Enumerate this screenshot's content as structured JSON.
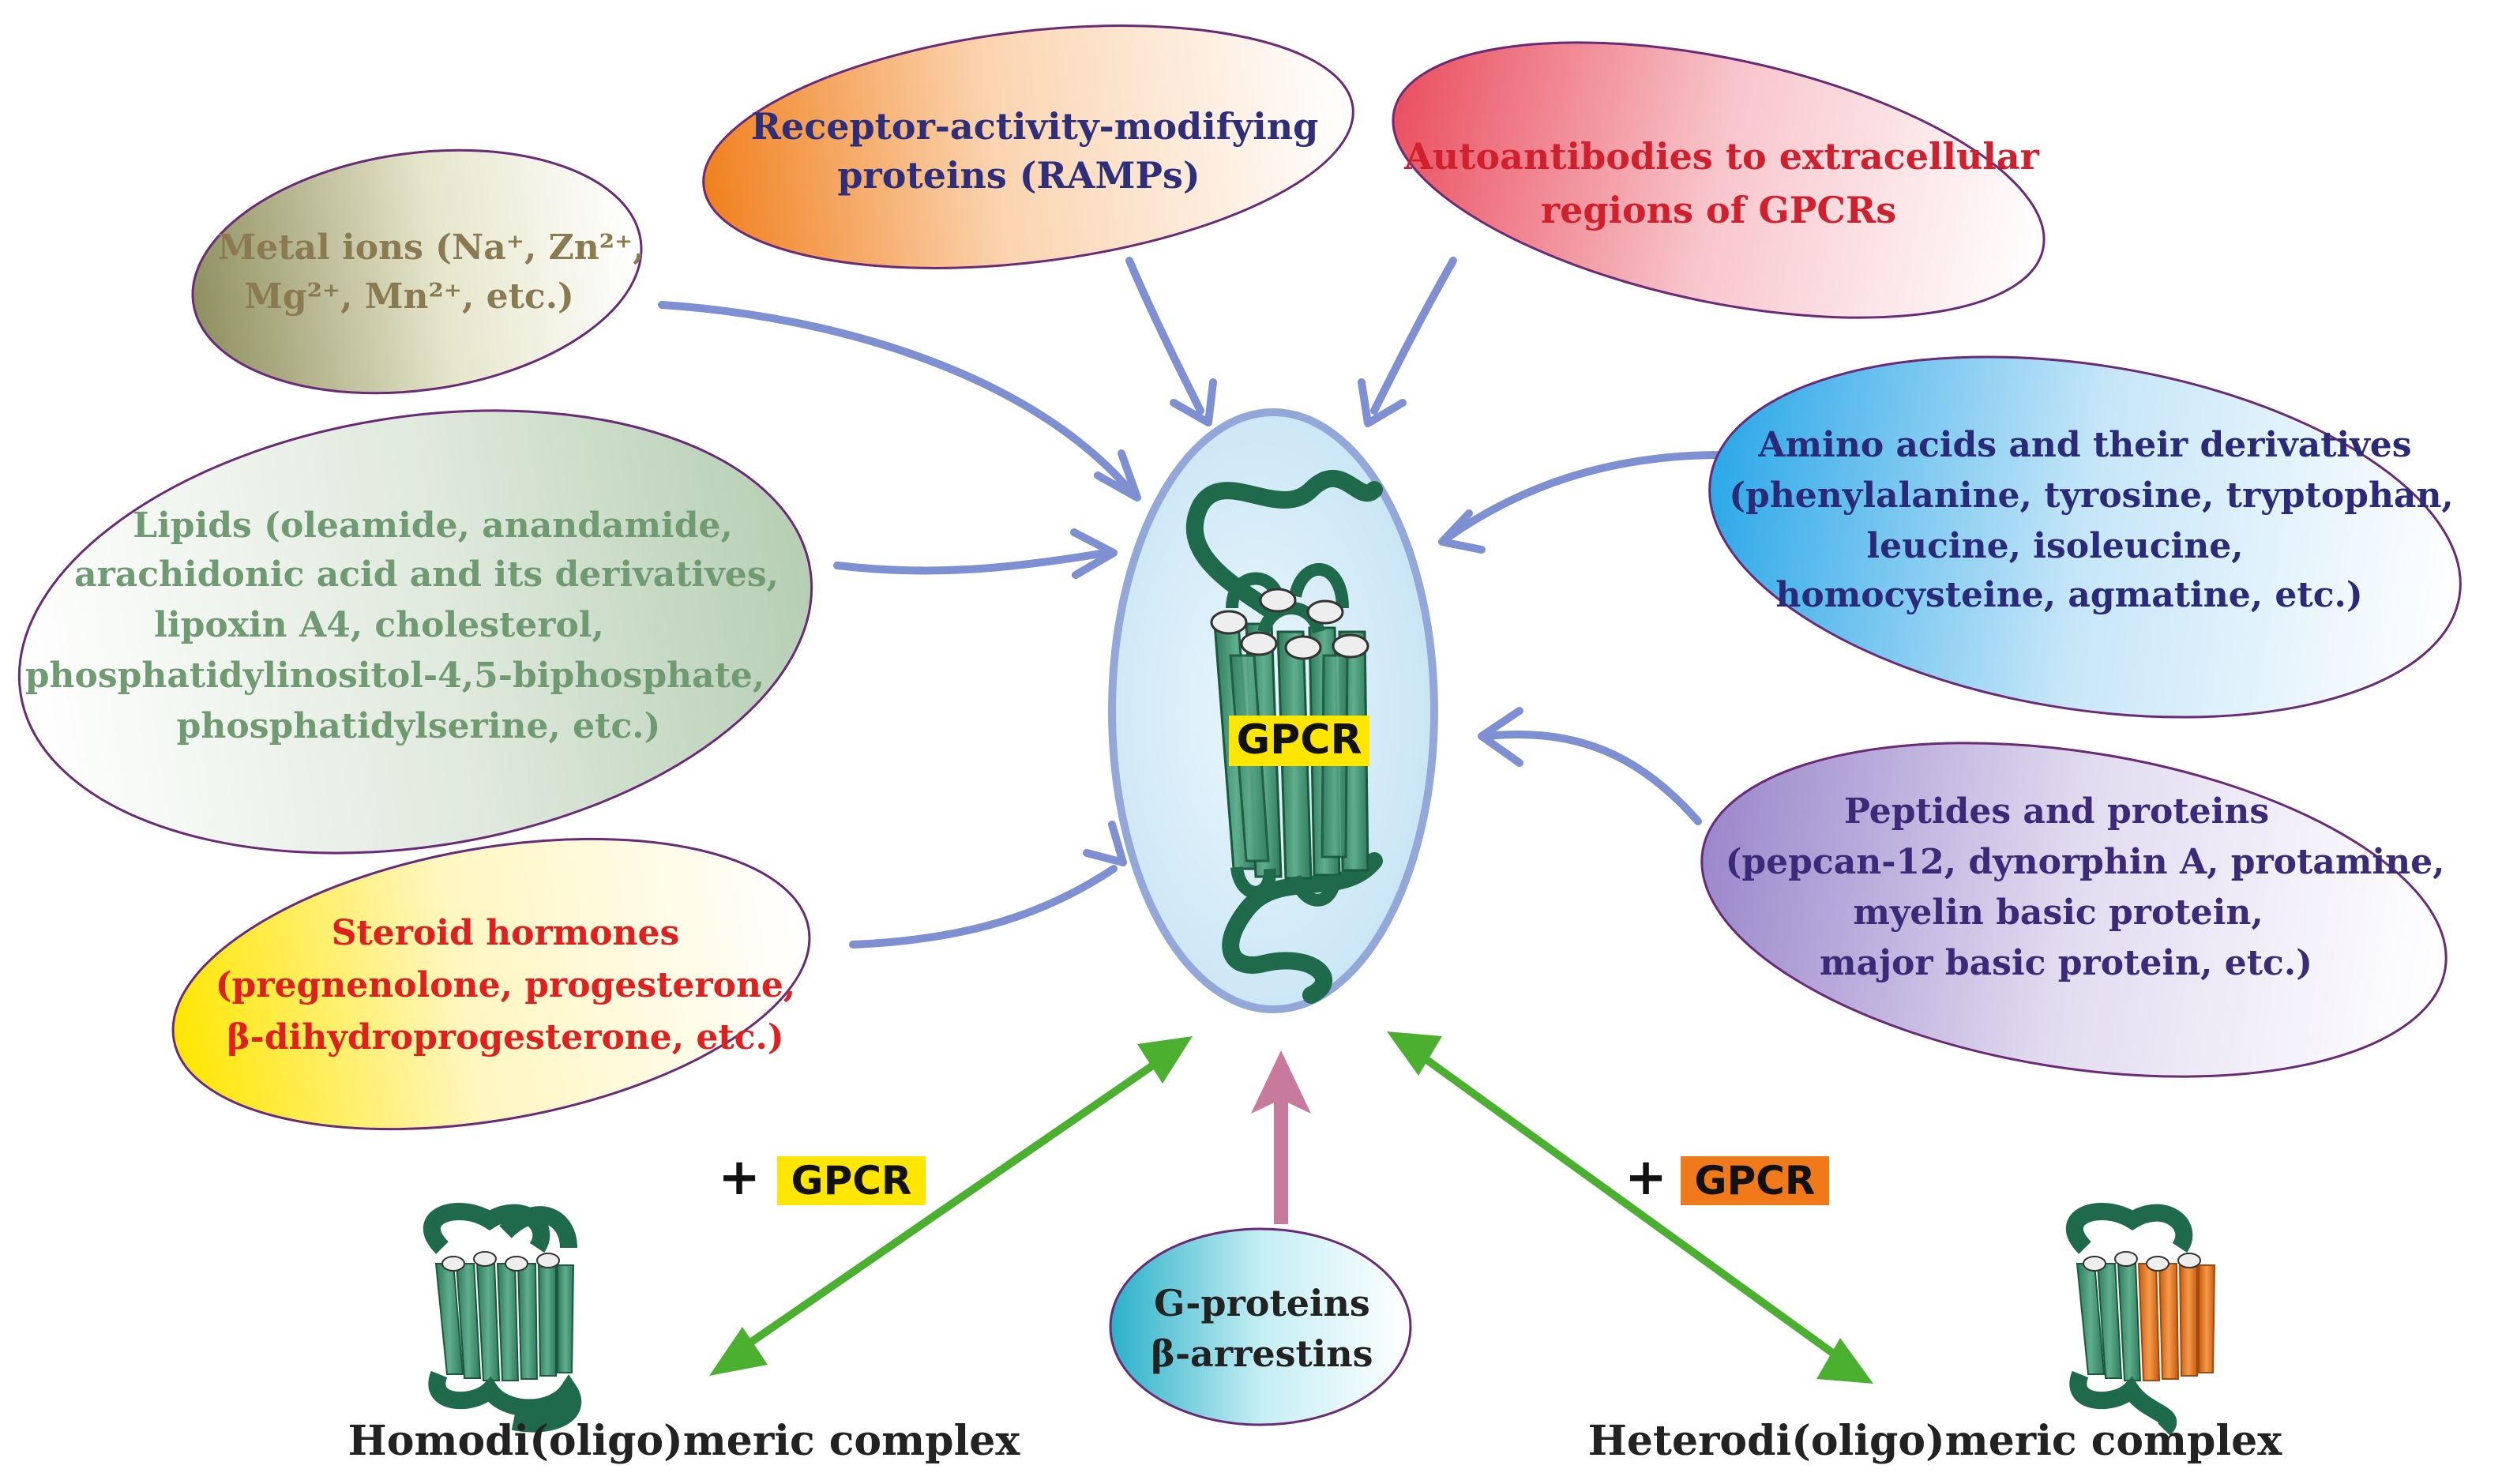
{
  "center": {
    "label": "GPCR"
  },
  "ligands": {
    "metal_ions": {
      "lines": [
        "Metal ions (Na⁺, Zn²⁺,",
        "Mg²⁺, Mn²⁺, etc.)"
      ],
      "color": "#8a7a52"
    },
    "ramps": {
      "lines": [
        "Receptor-activity-modifying",
        "proteins (RAMPs)"
      ],
      "color": "#2e2e7a"
    },
    "autoantibodies": {
      "lines": [
        "Autoantibodies to extracellular",
        "regions of GPCRs"
      ],
      "color": "#d0202e"
    },
    "amino_acids": {
      "lines": [
        "Amino acids and their derivatives",
        "(phenylalanine, tyrosine, tryptophan,",
        "leucine, isoleucine,",
        "homocysteine, agmatine, etc.)"
      ],
      "color": "#2a2a78"
    },
    "lipids": {
      "lines": [
        "Lipids (oleamide, anandamide,",
        "arachidonic acid and its derivatives,",
        "lipoxin A4, cholesterol,",
        "phosphatidylinositol-4,5-biphosphate,",
        "phosphatidylserine, etc.)"
      ],
      "color": "#6f9a72"
    },
    "peptides": {
      "lines": [
        "Peptides and proteins",
        "(pepcan-12, dynorphin A, protamine,",
        "myelin basic protein,",
        "major basic protein, etc.)"
      ],
      "color": "#3a2a78"
    },
    "steroids": {
      "lines": [
        "Steroid hormones",
        "(pregnenolone, progesterone,",
        "β-dihydroprogesterone, etc.)"
      ],
      "color": "#e0201e"
    }
  },
  "g_proteins": {
    "lines": [
      "G-proteins",
      "β-arrestins"
    ],
    "color": "#222222"
  },
  "homo": {
    "plus": "+",
    "tag": "GPCR",
    "tag_color": "#ffe600",
    "caption": "Homodi(oligo)meric complex"
  },
  "hetero": {
    "plus": "+",
    "tag": "GPCR",
    "tag_color": "#f07a1a",
    "caption": "Heterodi(oligo)meric complex"
  },
  "colors": {
    "blue_arrow": "#7e8fd2",
    "green_arrow": "#4bb030",
    "pink_arrow": "#c87a9c",
    "receptor_green": "#3e9070",
    "receptor_dark": "#1a5a3c"
  }
}
